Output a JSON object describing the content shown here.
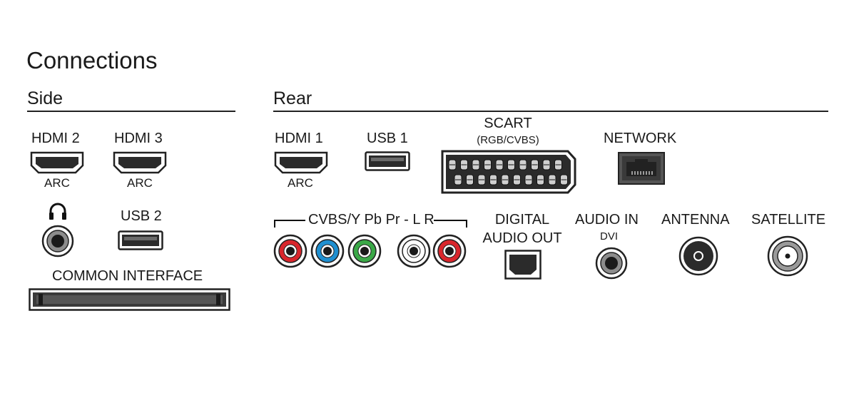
{
  "title": "Connections",
  "sections": {
    "side": "Side",
    "rear": "Rear"
  },
  "side": {
    "hdmi2": {
      "label": "HDMI 2",
      "sub": "ARC"
    },
    "hdmi3": {
      "label": "HDMI 3",
      "sub": "ARC"
    },
    "usb2": {
      "label": "USB 2"
    },
    "common_interface": {
      "label": "COMMON INTERFACE"
    },
    "headphone_icon": "headphones-icon"
  },
  "rear": {
    "hdmi1": {
      "label": "HDMI 1",
      "sub": "ARC"
    },
    "usb1": {
      "label": "USB 1"
    },
    "scart": {
      "label": "SCART",
      "sub": "(RGB/CVBS)"
    },
    "network": {
      "label": "NETWORK"
    },
    "component": {
      "label": "CVBS/Y Pb Pr - L R"
    },
    "digital_audio_out": {
      "line1": "DIGITAL",
      "line2": "AUDIO OUT"
    },
    "audio_in": {
      "label": "AUDIO IN",
      "sub": "DVI"
    },
    "antenna": {
      "label": "ANTENNA"
    },
    "satellite": {
      "label": "SATELLITE"
    }
  },
  "colors": {
    "rca_red": "#d9262c",
    "rca_blue": "#1f8fd0",
    "rca_green": "#3aa847",
    "rca_white": "#ffffff",
    "port_dark": "#2b2b2b",
    "port_grey": "#8c8c8c"
  }
}
